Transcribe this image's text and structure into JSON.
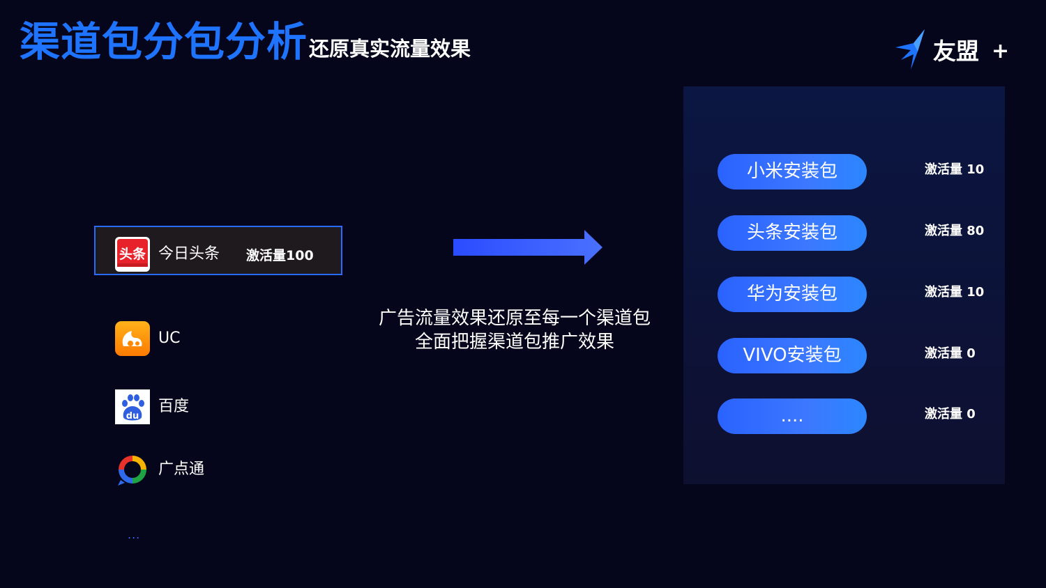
{
  "header": {
    "title": "渠道包分包分析",
    "subtitle": "还原真实流量效果"
  },
  "logo": {
    "text": "友盟",
    "plus": "+",
    "icon": "youmeng-bird-icon"
  },
  "sources": [
    {
      "label": "今日头条",
      "count": "激活量100",
      "icon": "toutiao-app-icon",
      "icon_text": "头条",
      "highlighted": true
    },
    {
      "label": "UC",
      "icon": "uc-browser-icon"
    },
    {
      "label": "百度",
      "icon": "baidu-paw-icon",
      "icon_text": "du"
    },
    {
      "label": "广点通",
      "icon": "guangdiantong-ring-icon"
    }
  ],
  "sources_more": "...",
  "description": {
    "line1": "广告流量效果还原至每一个渠道包",
    "line2": "全面把握渠道包推广效果"
  },
  "packages": [
    {
      "label": "小米安装包",
      "count": "激活量 10"
    },
    {
      "label": "头条安装包",
      "count": "激活量 80"
    },
    {
      "label": "华为安装包",
      "count": "激活量 10"
    },
    {
      "label": "VIVO安装包",
      "count": "激活量 0"
    },
    {
      "label": "....",
      "count": "激活量 0"
    }
  ],
  "colors": {
    "background": "#05061c",
    "accent_blue": "#1e73ff",
    "highlight_border": "#2a6bff",
    "button_gradient_start": "#2a62ff",
    "button_gradient_end": "#2c86ff"
  }
}
